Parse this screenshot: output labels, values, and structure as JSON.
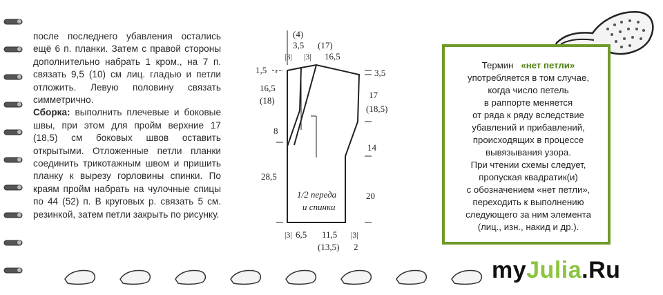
{
  "body_text": {
    "para1": "после последнего убавления остались ещё 6 п. планки. Затем с правой стороны дополнительно набрать 1 кром., на 7 п. связать 9,5 (10) см лиц. гладью и петли отложить. Левую половину связать симметрично.",
    "assembly_title": "Сборка:",
    "assembly_text": " выполнить плечевые и боковые швы, при этом для пройм верхние 17 (18,5) см боковых швов оставить открытыми. Отложенные петли планки соединить трикотажным швом и пришить планку к вырезу горловины спинки. По краям пройм набрать на чулочные спицы по 44 (52) п. В круговых р. связать 5 см. резинкой, затем петли закрыть по рисунку."
  },
  "scheme": {
    "top_labels": [
      "(4)",
      "3,5",
      "(17)",
      "|3|",
      "|3|",
      "16,5"
    ],
    "left_labels": [
      "1,5",
      "16,5",
      "(18)",
      "8",
      "28,5"
    ],
    "right_labels": [
      "3,5",
      "17",
      "(18,5)",
      "14",
      "20"
    ],
    "bottom_labels": [
      "|3|",
      "6,5",
      "|3|",
      "11,5",
      "(13,5)",
      "2"
    ],
    "caption_line1": "1/2 переда",
    "caption_line2": "и спинки"
  },
  "note": {
    "prefix": "Термин",
    "term": "«нет петли»",
    "lines": [
      "употребляется в том случае,",
      "когда число петель",
      "в раппорте меняется",
      "от ряда к ряду вследствие",
      "убавлений и прибавлений,",
      "происходящих в процессе",
      "вывязывания узора.",
      "При чтении схемы следует,",
      "пропуская квадратик(и)",
      "с обозначением «нет петли»,",
      "переходить к выполнению",
      "следующего за ним элемента",
      "(лиц., изн., накид и др.)."
    ],
    "border_color": "#6f9a2a"
  },
  "watermark": {
    "part1": "my",
    "part2": "Julia",
    "part3": ".Ru"
  },
  "icons": [
    "spiral-binding-icon",
    "shoe-sole-icon"
  ]
}
